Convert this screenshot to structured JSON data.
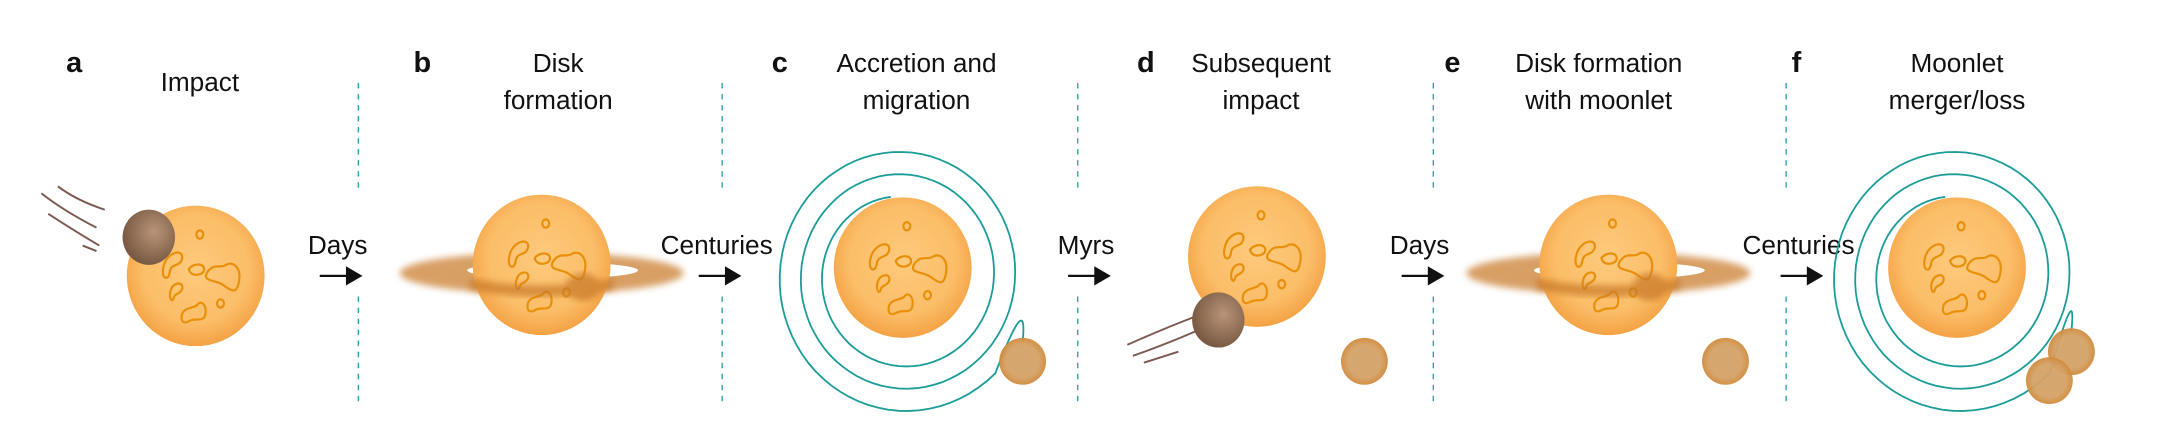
{
  "panels": [
    {
      "letter": "a",
      "title": [
        "Impact"
      ]
    },
    {
      "letter": "b",
      "title": [
        "Disk",
        "formation"
      ]
    },
    {
      "letter": "c",
      "title": [
        "Accretion and",
        "migration"
      ]
    },
    {
      "letter": "d",
      "title": [
        "Subsequent",
        "impact"
      ]
    },
    {
      "letter": "e",
      "title": [
        "Disk formation",
        "with moonlet"
      ]
    },
    {
      "letter": "f",
      "title": [
        "Moonlet",
        "merger/loss"
      ]
    }
  ],
  "transitions": [
    "Days",
    "Centuries",
    "Myrs",
    "Days",
    "Centuries"
  ],
  "colors": {
    "planet_light": "#fdca7c",
    "planet_dark": "#f4a244",
    "crater": "#e8900c",
    "disk": "#c97a2c",
    "moonlet": "#d4a266",
    "impactor": "#8a6a52",
    "spiral": "#1a9c98",
    "divider": "#2aa6a0"
  }
}
